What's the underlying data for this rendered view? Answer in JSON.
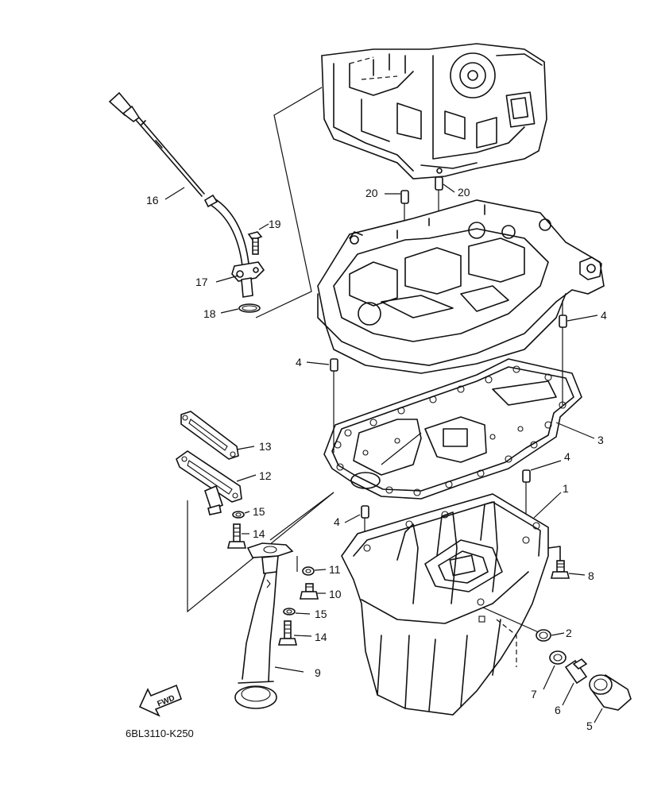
{
  "diagram_code": "6BL3110-K250",
  "fwd_label": "FWD",
  "callouts": [
    {
      "id": "c1",
      "label": "1"
    },
    {
      "id": "c2",
      "label": "2"
    },
    {
      "id": "c3",
      "label": "3"
    },
    {
      "id": "c4a",
      "label": "4"
    },
    {
      "id": "c4b",
      "label": "4"
    },
    {
      "id": "c4c",
      "label": "4"
    },
    {
      "id": "c4d",
      "label": "4"
    },
    {
      "id": "c5",
      "label": "5"
    },
    {
      "id": "c6",
      "label": "6"
    },
    {
      "id": "c7",
      "label": "7"
    },
    {
      "id": "c8",
      "label": "8"
    },
    {
      "id": "c9",
      "label": "9"
    },
    {
      "id": "c10",
      "label": "10"
    },
    {
      "id": "c11",
      "label": "11"
    },
    {
      "id": "c12",
      "label": "12"
    },
    {
      "id": "c13",
      "label": "13"
    },
    {
      "id": "c14a",
      "label": "14"
    },
    {
      "id": "c14b",
      "label": "14"
    },
    {
      "id": "c15a",
      "label": "15"
    },
    {
      "id": "c15b",
      "label": "15"
    },
    {
      "id": "c16",
      "label": "16"
    },
    {
      "id": "c17",
      "label": "17"
    },
    {
      "id": "c18",
      "label": "18"
    },
    {
      "id": "c19",
      "label": "19"
    },
    {
      "id": "c20a",
      "label": "20"
    },
    {
      "id": "c20b",
      "label": "20"
    }
  ]
}
